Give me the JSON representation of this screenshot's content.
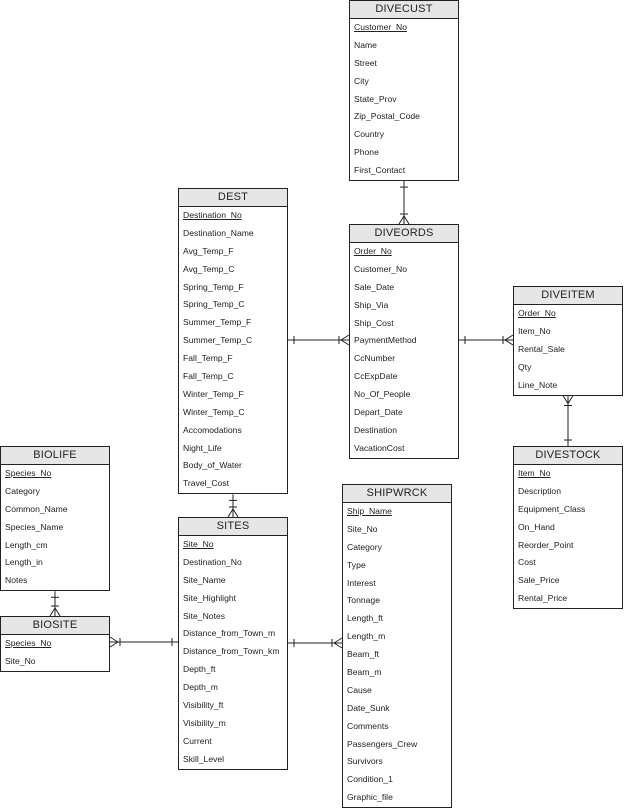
{
  "entities": [
    {
      "id": "divecust",
      "name": "DIVECUST",
      "pk": [
        "Customer_No"
      ],
      "attributes": [
        "Customer_No",
        "Name",
        "Street",
        "City",
        "State_Prov",
        "Zip_Postal_Code",
        "Country",
        "Phone",
        "First_Contact"
      ]
    },
    {
      "id": "dest",
      "name": "DEST",
      "pk": [
        "Destination_No"
      ],
      "attributes": [
        "Destination_No",
        "Destination_Name",
        "Avg_Temp_F",
        "Avg_Temp_C",
        "Spring_Temp_F",
        "Spring_Temp_C",
        "Summer_Temp_F",
        "Summer_Temp_C",
        "Fall_Temp_F",
        "Fall_Temp_C",
        "Winter_Temp_F",
        "Winter_Temp_C",
        "Accomodations",
        "Night_Life",
        "Body_of_Water",
        "Travel_Cost"
      ]
    },
    {
      "id": "diveords",
      "name": "DIVEORDS",
      "pk": [
        "Order_No"
      ],
      "attributes": [
        "Order_No",
        "Customer_No",
        "Sale_Date",
        "Ship_Via",
        "Ship_Cost",
        "PaymentMethod",
        "CcNumber",
        "CcExpDate",
        "No_Of_People",
        "Depart_Date",
        "Destination",
        "VacationCost"
      ]
    },
    {
      "id": "diveitem",
      "name": "DIVEITEM",
      "pk": [
        "Order_No"
      ],
      "attributes": [
        "Order_No",
        "Item_No",
        "Rental_Sale",
        "Qty",
        "Line_Note"
      ]
    },
    {
      "id": "divestock",
      "name": "DIVESTOCK",
      "pk": [
        "Item_No"
      ],
      "attributes": [
        "Item_No",
        "Description",
        "Equipment_Class",
        "On_Hand",
        "Reorder_Point",
        "Cost",
        "Sale_Price",
        "Rental_Price"
      ]
    },
    {
      "id": "biolife",
      "name": "BIOLIFE",
      "pk": [
        "Species_No"
      ],
      "attributes": [
        "Species_No",
        "Category",
        "Common_Name",
        "Species_Name",
        "Length_cm",
        "Length_in",
        "Notes"
      ]
    },
    {
      "id": "biosite",
      "name": "BIOSITE",
      "pk": [
        "Species_No"
      ],
      "attributes": [
        "Species_No",
        "Site_No"
      ]
    },
    {
      "id": "sites",
      "name": "SITES",
      "pk": [
        "Site_No"
      ],
      "attributes": [
        "Site_No",
        "Destination_No",
        "Site_Name",
        "Site_Highlight",
        "Site_Notes",
        "Distance_from_Town_m",
        "Distance_from_Town_km",
        "Depth_ft",
        "Depth_m",
        "Visibility_ft",
        "Visibility_m",
        "Current",
        "Skill_Level"
      ]
    },
    {
      "id": "shipwrck",
      "name": "SHIPWRCK",
      "pk": [
        "Ship_Name"
      ],
      "attributes": [
        "Ship_Name",
        "Site_No",
        "Category",
        "Type",
        "Interest",
        "Tonnage",
        "Length_ft",
        "Length_m",
        "Beam_ft",
        "Beam_m",
        "Cause",
        "Date_Sunk",
        "Comments",
        "Passengers_Crew",
        "Survivors",
        "Condition_1",
        "Graphic_file"
      ]
    }
  ],
  "relationships": [
    {
      "id": "divecust-diveords",
      "from": "divecust",
      "to": "diveords",
      "from_end": "one",
      "to_end": "many"
    },
    {
      "id": "dest-diveords",
      "from": "dest",
      "to": "diveords",
      "from_end": "one",
      "to_end": "many"
    },
    {
      "id": "diveords-diveitem",
      "from": "diveords",
      "to": "diveitem",
      "from_end": "one",
      "to_end": "many"
    },
    {
      "id": "diveitem-divestock",
      "from": "diveitem",
      "to": "divestock",
      "from_end": "many",
      "to_end": "one"
    },
    {
      "id": "dest-sites",
      "from": "dest",
      "to": "sites",
      "from_end": "one",
      "to_end": "many"
    },
    {
      "id": "biolife-biosite",
      "from": "biolife",
      "to": "biosite",
      "from_end": "one",
      "to_end": "many"
    },
    {
      "id": "biosite-sites",
      "from": "biosite",
      "to": "sites",
      "from_end": "many",
      "to_end": "one"
    },
    {
      "id": "sites-shipwrck",
      "from": "sites",
      "to": "shipwrck",
      "from_end": "one",
      "to_end": "many"
    }
  ],
  "colors": {
    "line": "#222222",
    "header_bg": "#e6e6e6",
    "box_bg": "#ffffff"
  }
}
